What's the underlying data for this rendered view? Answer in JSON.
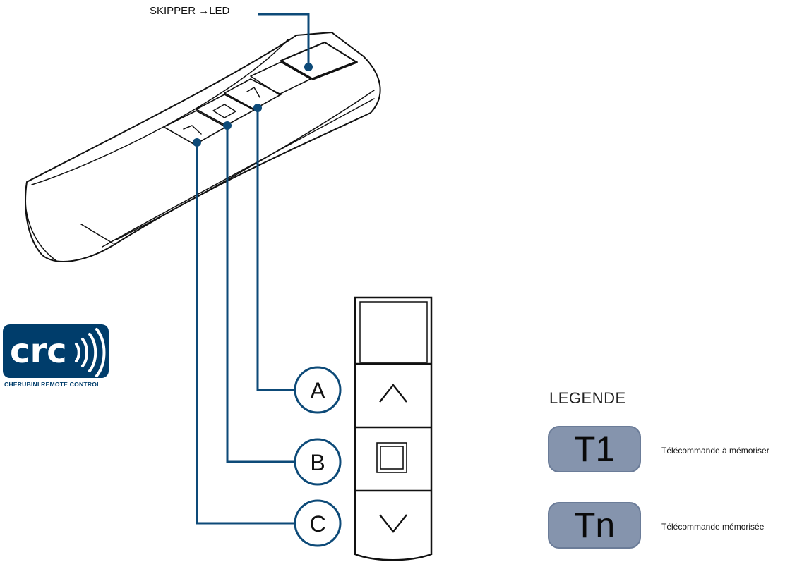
{
  "skipper_label": "SKIPPER →LED",
  "callouts": {
    "a": "A",
    "b": "B",
    "c": "C"
  },
  "logo": {
    "wordmark": "crc",
    "tagline": "CHERUBINI REMOTE CONTROL",
    "color": "#003d6b"
  },
  "legend": {
    "title": "LEGENDE",
    "items": [
      {
        "badge": "T1",
        "description": "Télécommande à mémoriser"
      },
      {
        "badge": "Tn",
        "description": "Télécommande mémorisée"
      }
    ],
    "badge_color": "#8594ad"
  },
  "colors": {
    "leader": "#0d4a78",
    "outline": "#111111"
  }
}
